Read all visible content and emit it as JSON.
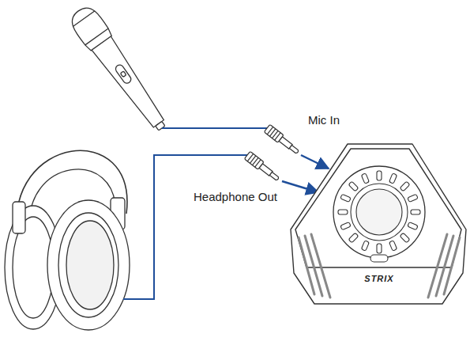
{
  "diagram": {
    "nodes": [
      {
        "text": [
          "STRIX"
        ]
      }
    ],
    "labels": [
      "Mic In",
      "Headphone Out"
    ]
  }
}
